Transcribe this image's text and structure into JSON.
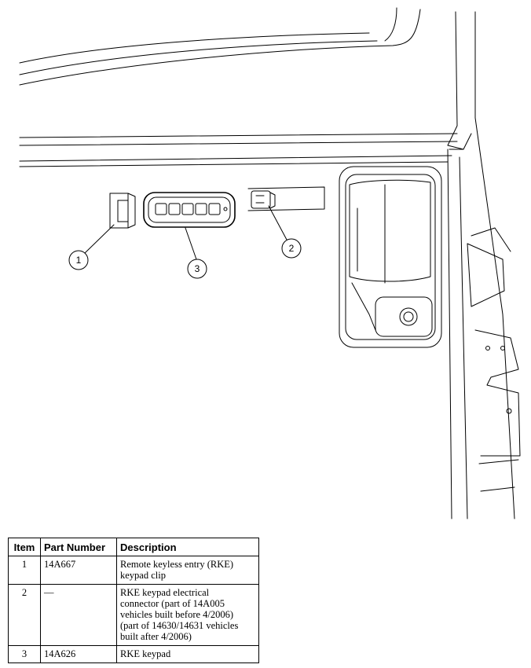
{
  "callouts": [
    "1",
    "2",
    "3"
  ],
  "table": {
    "headers": [
      "Item",
      "Part Number",
      "Description"
    ],
    "rows": [
      {
        "item": "1",
        "part_number": "14A667",
        "description_lines": [
          "Remote keyless entry (RKE)",
          "keypad clip"
        ]
      },
      {
        "item": "2",
        "part_number": "—",
        "description_lines": [
          "RKE keypad electrical",
          "connector (part of 14A005",
          "vehicles built before 4/2006)",
          "(part of 14630/14631 vehicles",
          "built after 4/2006)"
        ]
      },
      {
        "item": "3",
        "part_number": "14A626",
        "description_lines": [
          "RKE keypad"
        ]
      }
    ]
  }
}
